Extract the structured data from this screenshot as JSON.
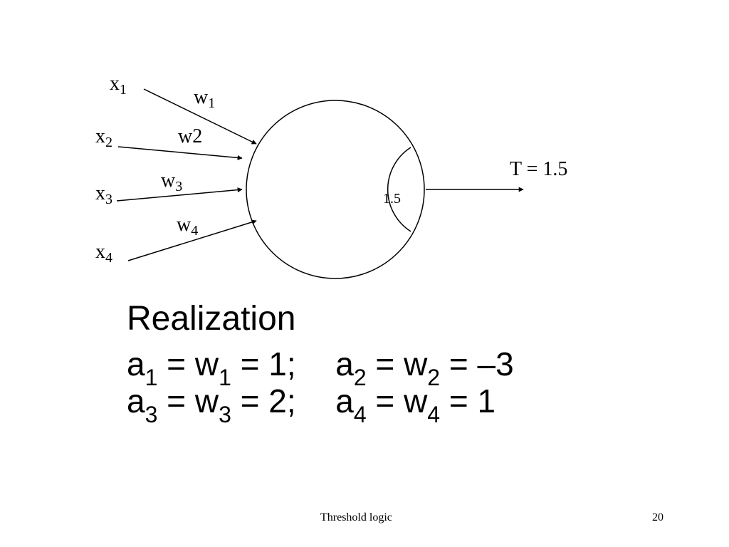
{
  "diagram": {
    "inputs": [
      {
        "base": "x",
        "index": "1"
      },
      {
        "base": "x",
        "index": "2"
      },
      {
        "base": "x",
        "index": "3"
      },
      {
        "base": "x",
        "index": "4"
      }
    ],
    "weights": [
      {
        "base": "w",
        "index": "1"
      },
      {
        "base": "w",
        "index": "2",
        "text": "w2"
      },
      {
        "base": "w",
        "index": "3"
      },
      {
        "base": "w",
        "index": "4"
      }
    ],
    "threshold_inside": "1.5",
    "output_label": "T = 1.5"
  },
  "realization": {
    "title": "Realization",
    "rows": [
      {
        "a": {
          "base": "a",
          "index": "1"
        },
        "w": {
          "base": "w",
          "index": "1"
        },
        "value": "1;",
        "a2": {
          "base": "a",
          "index": "2"
        },
        "w2": {
          "base": "w",
          "index": "2"
        },
        "value2": "–3"
      },
      {
        "a": {
          "base": "a",
          "index": "3"
        },
        "w": {
          "base": "w",
          "index": "3"
        },
        "value": "2;",
        "a2": {
          "base": "a",
          "index": "4"
        },
        "w2": {
          "base": "w",
          "index": "4"
        },
        "value2": "1"
      }
    ],
    "equals": "="
  },
  "footer": {
    "title": "Threshold logic",
    "page": "20"
  }
}
